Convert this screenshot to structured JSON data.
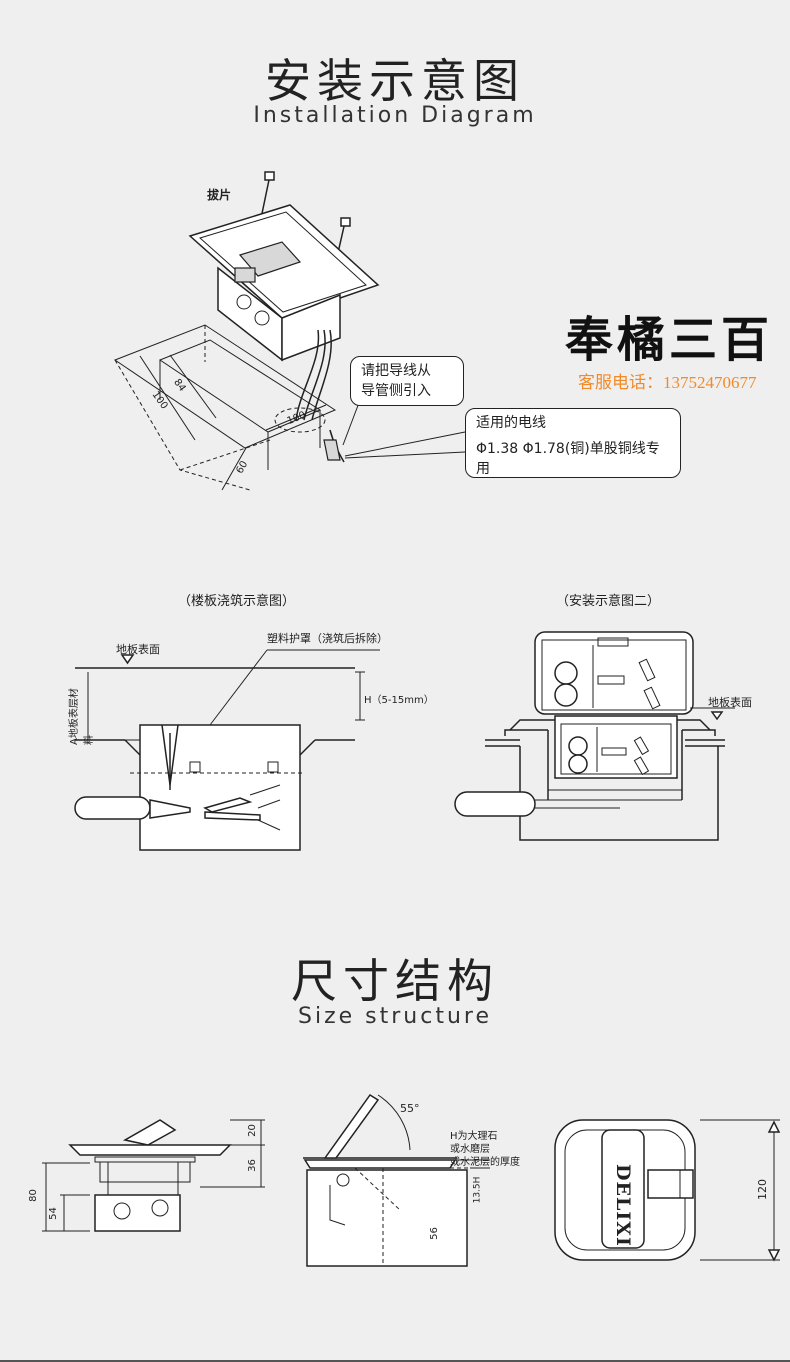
{
  "section1": {
    "title_cn": "安装示意图",
    "title_en": "Installation Diagram",
    "tab_label": "拔片",
    "dims": [
      "84",
      "100",
      "100",
      "60"
    ],
    "callout_wire_route": [
      "请把导线从",
      "导管侧引入"
    ],
    "callout_wire_spec_title": "适用的电线",
    "callout_wire_spec": "Φ1.38 Φ1.78(铜)单股铜线专用"
  },
  "brand": {
    "name": "奉橘三百",
    "phone": "客服电话：13752470677"
  },
  "section2": {
    "left_caption": "（楼板浇筑示意图）",
    "right_caption": "（安装示意图二）",
    "floor_surface": "地板表面",
    "plastic_cover": "塑料护罩（浇筑后拆除）",
    "h_label": "H（5-15mm）",
    "a_label": "A地板表层材料",
    "floor_surface_right": "地板表面"
  },
  "section3": {
    "title_cn": "尺寸结构",
    "title_en": "Size structure",
    "dims_left": [
      "20",
      "36",
      "80",
      "54"
    ],
    "angle": "55°",
    "h_note": [
      "H为大理石",
      "或水磨层",
      "或水泥层的厚度"
    ],
    "dims_mid": [
      "13.5H",
      "56"
    ],
    "logo": "DELIXI",
    "dim_right": "120"
  },
  "colors": {
    "background": "#efefef",
    "phone": "#f08a2a"
  }
}
